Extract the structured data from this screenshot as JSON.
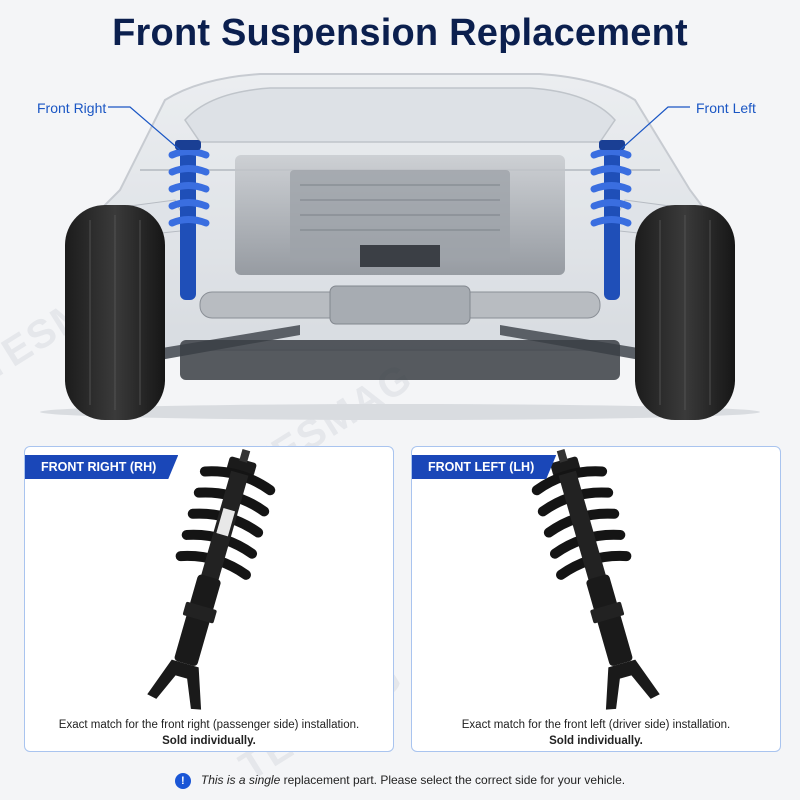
{
  "title": "Front Suspension Replacement",
  "callouts": {
    "front_right": "Front Right",
    "front_left": "Front Left"
  },
  "panels": [
    {
      "tag": "FRONT RIGHT (RH)",
      "description": "Exact match for the front right (passenger side) installation.",
      "sold": "Sold individually."
    },
    {
      "tag": "FRONT LEFT (LH)",
      "description": "Exact match for the front left (driver side) installation.",
      "sold": "Sold individually."
    }
  ],
  "note": {
    "icon": "info-icon",
    "prefix": "This is a ",
    "emphasis": "single",
    "suffix": " replacement part. Please select the correct side for your vehicle."
  },
  "watermark": "TESMAG",
  "colors": {
    "accent": "#1a47b8",
    "title": "#0b1f4e",
    "callout": "#1a56c4",
    "panel_border": "#a9c4ef",
    "strut_highlight": "#2f5fd0"
  }
}
